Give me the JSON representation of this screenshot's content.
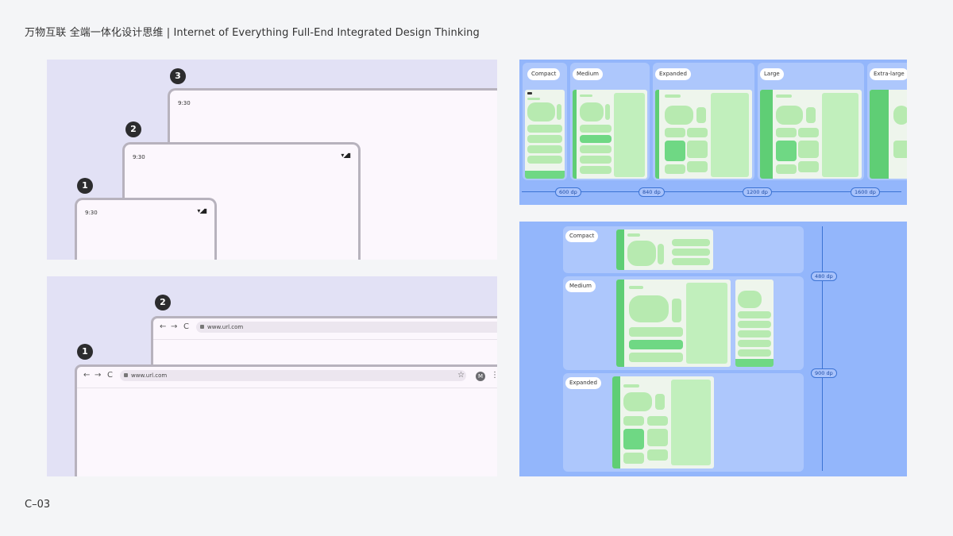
{
  "header": {
    "title": "万物互联 全端一体化设计思维 | Internet of Everything Full-End Integrated Design Thinking"
  },
  "footer": {
    "code": "C–03"
  },
  "devices": {
    "badges": [
      "1",
      "2",
      "3"
    ],
    "status_time": "9:30",
    "status_icons": "▾◢▮"
  },
  "browsers": {
    "badges": [
      "1",
      "2"
    ],
    "url": "www.url.com",
    "nav_back": "←",
    "nav_forward": "→",
    "nav_reload": "C",
    "star": "☆",
    "avatar": "M",
    "menu": "⋮"
  },
  "width_classes": {
    "labels": [
      "Compact",
      "Medium",
      "Expanded",
      "Large",
      "Extra-large"
    ],
    "breakpoints": [
      "600 dp",
      "840 dp",
      "1200 dp",
      "1600 dp"
    ]
  },
  "height_classes": {
    "labels": [
      "Compact",
      "Medium",
      "Expanded"
    ],
    "breakpoints": [
      "480 dp",
      "900 dp"
    ]
  },
  "colors": {
    "lavender_panel": "#e2e1f5",
    "blue_panel": "#93b6fb",
    "rail_green": "#5fce75",
    "block_green": "#b7eab0"
  }
}
